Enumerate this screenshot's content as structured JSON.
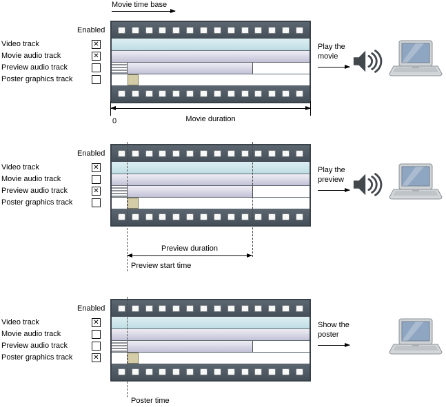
{
  "header": {
    "time_base_label": "Movie time base"
  },
  "colors": {
    "film_band": "#4e5a64",
    "video_track": "#cfe6ec",
    "audio_track": "#c9c8dc",
    "poster_chip": "#d3cca7",
    "laptop_screen": "#8fa6c2"
  },
  "diagrams": [
    {
      "name": "movie",
      "enabled_label": "Enabled",
      "tracks": [
        {
          "label": "Video track",
          "checked": true,
          "mark": "✕"
        },
        {
          "label": "Movie audio track",
          "checked": true,
          "mark": "✕"
        },
        {
          "label": "Preview audio track",
          "checked": false,
          "mark": ""
        },
        {
          "label": "Poster graphics track",
          "checked": false,
          "mark": ""
        }
      ],
      "action": {
        "line1": "Play the",
        "line2": "movie"
      },
      "duration_label": "Movie duration",
      "origin_label": "0"
    },
    {
      "name": "preview",
      "enabled_label": "Enabled",
      "tracks": [
        {
          "label": "Video track",
          "checked": true,
          "mark": "✕"
        },
        {
          "label": "Movie audio track",
          "checked": false,
          "mark": ""
        },
        {
          "label": "Preview audio track",
          "checked": true,
          "mark": "✕"
        },
        {
          "label": "Poster graphics track",
          "checked": false,
          "mark": ""
        }
      ],
      "action": {
        "line1": "Play the",
        "line2": "preview"
      },
      "duration_label": "Preview duration",
      "start_label": "Preview start time"
    },
    {
      "name": "poster",
      "enabled_label": "Enabled",
      "tracks": [
        {
          "label": "Video track",
          "checked": true,
          "mark": "✕"
        },
        {
          "label": "Movie audio track",
          "checked": false,
          "mark": ""
        },
        {
          "label": "Preview audio track",
          "checked": false,
          "mark": ""
        },
        {
          "label": "Poster graphics track",
          "checked": true,
          "mark": "✕"
        }
      ],
      "action": {
        "line1": "Show the",
        "line2": "poster"
      },
      "time_label": "Poster time"
    }
  ]
}
